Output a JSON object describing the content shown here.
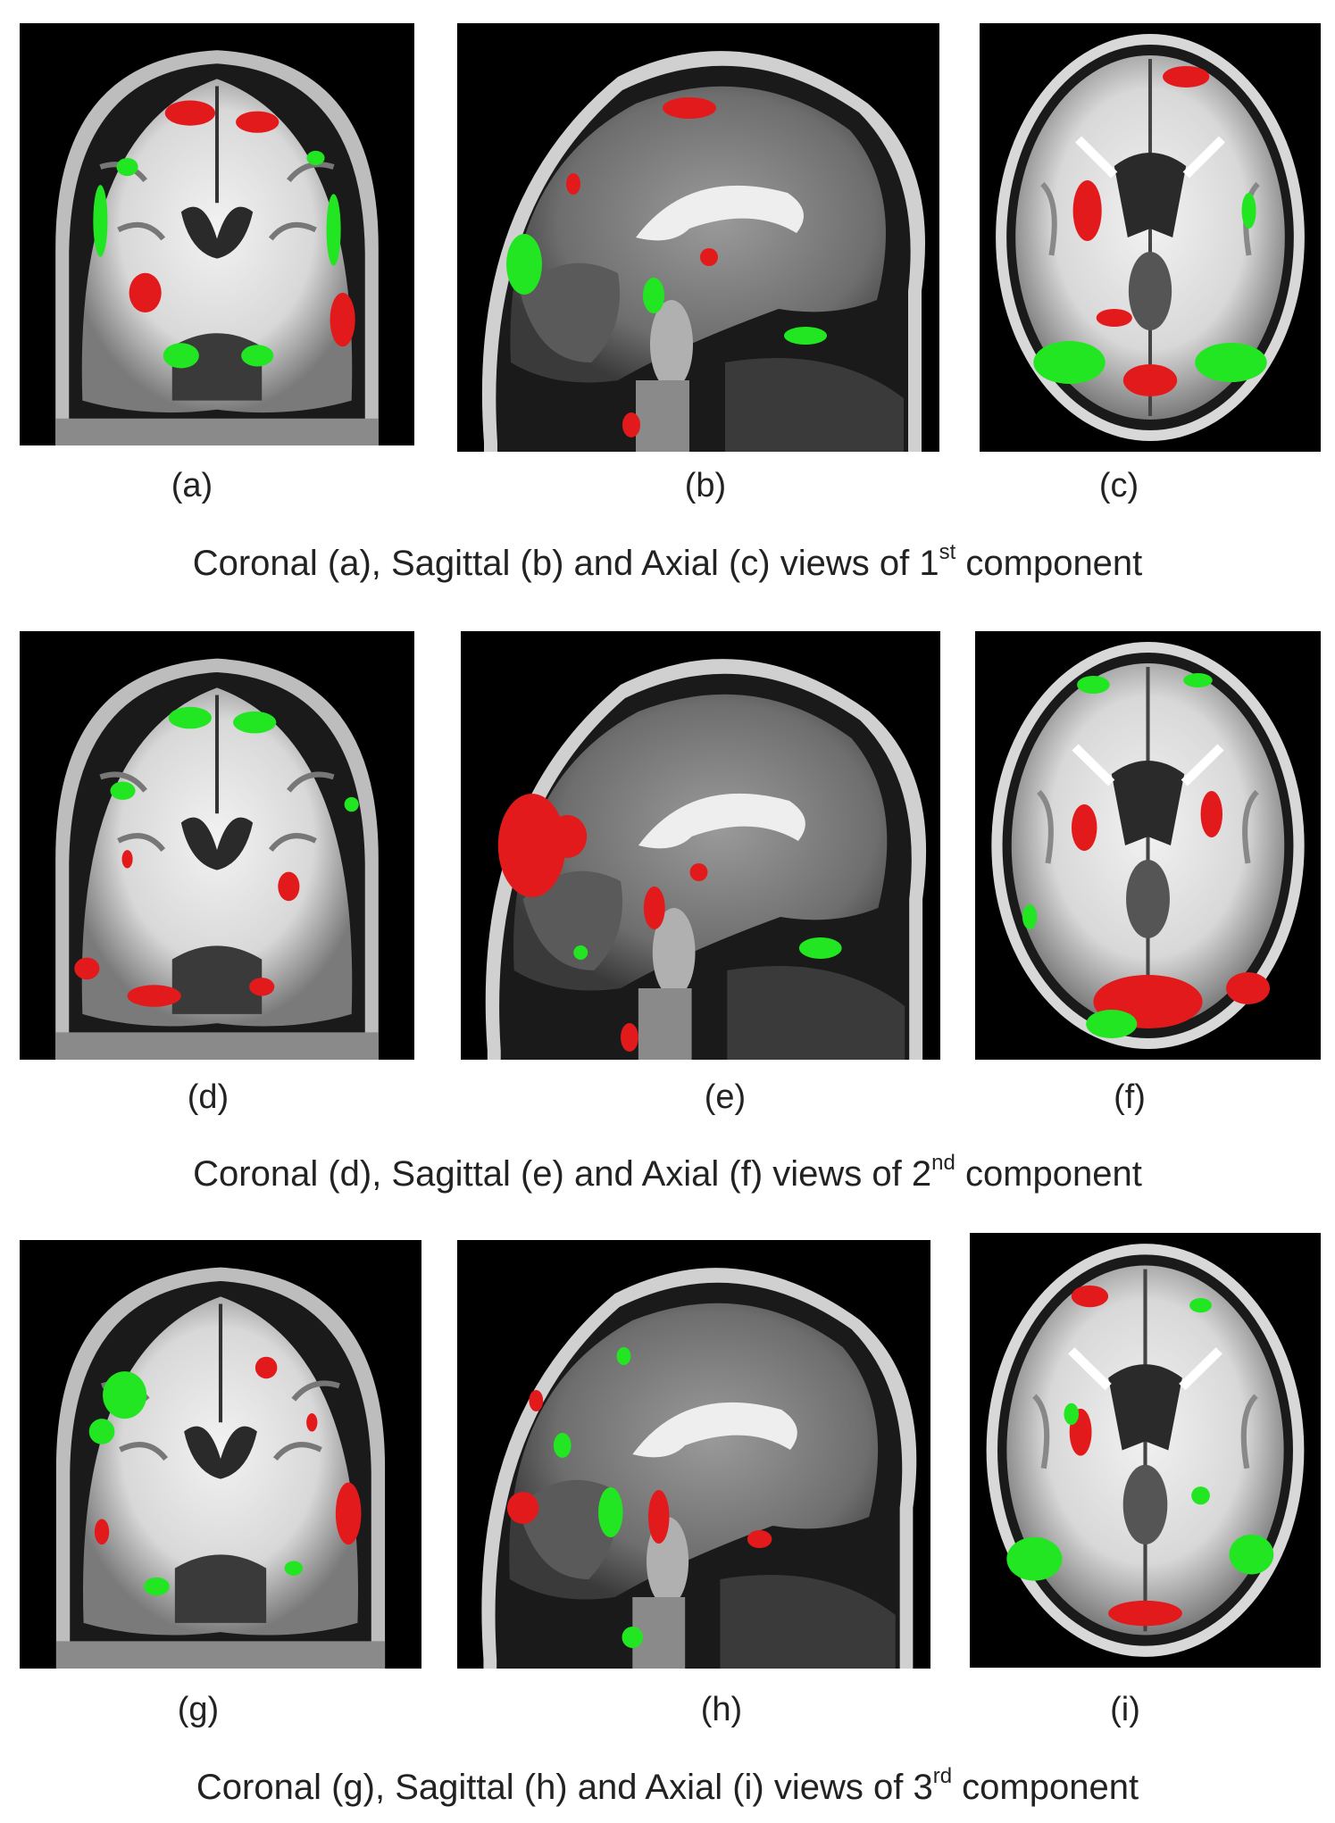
{
  "rows": [
    {
      "labels": [
        "(a)",
        "(b)",
        "(c)"
      ],
      "caption": {
        "pre": "Coronal (a), Sagittal (b) and Axial (c) views of 1",
        "sup": "st",
        "post": " component"
      }
    },
    {
      "labels": [
        "(d)",
        "(e)",
        "(f)"
      ],
      "caption": {
        "pre": "Coronal (d), Sagittal (e) and Axial (f) views of 2",
        "sup": "nd",
        "post": " component"
      }
    },
    {
      "labels": [
        "(g)",
        "(h)",
        "(i)"
      ],
      "caption": {
        "pre": "Coronal (g), Sagittal (h) and Axial (i) views of 3",
        "sup": "rd",
        "post": " component"
      }
    }
  ],
  "colors": {
    "positive_activation": "#e31a1c",
    "negative_activation": "#22e622",
    "background": "#000000"
  }
}
